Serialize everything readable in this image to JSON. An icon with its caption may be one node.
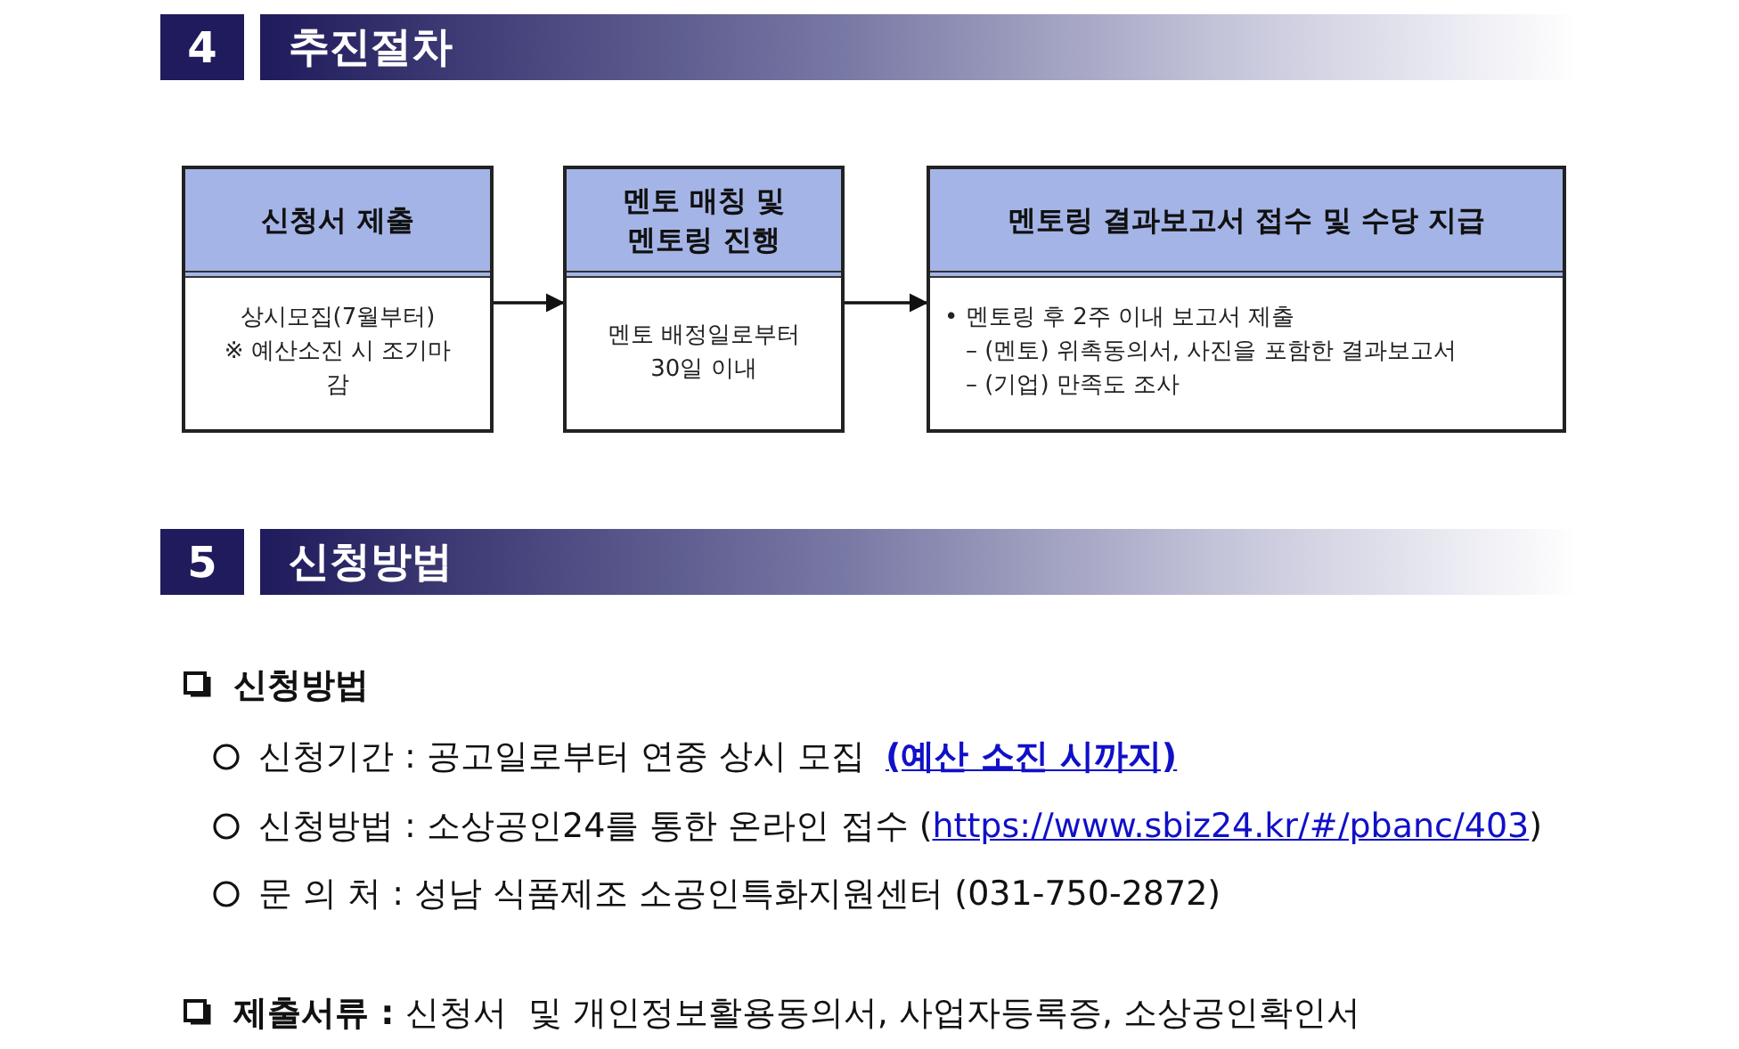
{
  "diagram": {
    "nodes": [
      {
        "text": [
          "4"
        ]
      },
      {
        "text": [
          "추진절차"
        ]
      },
      {
        "text": [
          "신청서 제출",
          "상시모집(7월부터)",
          "※ 예산소진 시 조기마감"
        ]
      },
      {
        "text": [
          "멘토 매칭 및 멘토링 진행",
          "멘토 배정일로부터 30일 이내"
        ]
      },
      {
        "text": [
          "멘토링 결과보고서 접수 및 수당 지급",
          "• 멘토링 후 2주 이내 보고서 제출",
          "– (멘토) 위촉동의서, 사진을 포함한 결과보고서",
          "– (기업) 만족도 조사"
        ]
      },
      {
        "text": [
          "5"
        ]
      },
      {
        "text": [
          "신청방법"
        ]
      }
    ],
    "edges": [
      {
        "from": 2,
        "to": 3,
        "arrow": "to"
      },
      {
        "from": 3,
        "to": 4,
        "arrow": "to"
      }
    ],
    "labels": [
      "신청방법",
      "신청기간 : 공고일로부터 연중 상시 모집",
      "(예산 소진 시까지)",
      "신청방법 : 소상공인24를 통한 온라인 접수 (https://www.sbiz24.kr/#/pbanc/403)",
      "문 의 처 : 성남 식품제조 소공인특화지원센터 (031-750-2872)",
      "**제출서류 :** 신청서  및 개인정보활용동의서, 사업자등록증, 소상공인확인서"
    ]
  }
}
